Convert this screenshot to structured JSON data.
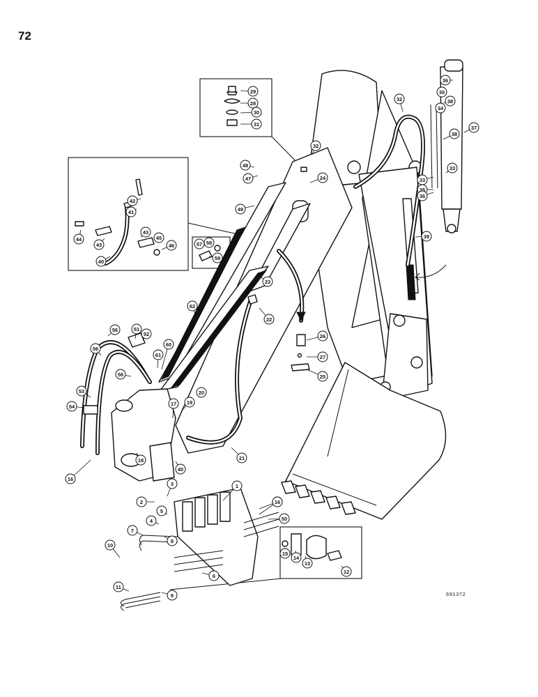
{
  "page_number": "72",
  "figure_code": "691372",
  "callouts": [
    "1",
    "2",
    "3",
    "4",
    "5",
    "6",
    "7",
    "8",
    "9",
    "10",
    "11",
    "12",
    "13",
    "14",
    "15",
    "16",
    "16",
    "16",
    "17",
    "18",
    "19",
    "20",
    "21",
    "22",
    "23",
    "24",
    "25",
    "26",
    "27",
    "28",
    "29",
    "30",
    "31",
    "32",
    "32",
    "33",
    "33",
    "34",
    "35",
    "35",
    "36",
    "36",
    "37",
    "38",
    "38",
    "39",
    "40",
    "40",
    "41",
    "42",
    "43",
    "43",
    "44",
    "45",
    "46",
    "47",
    "48",
    "49",
    "50",
    "51",
    "52",
    "53",
    "54",
    "56",
    "56",
    "56",
    "57",
    "58",
    "59",
    "60",
    "61",
    "62"
  ]
}
